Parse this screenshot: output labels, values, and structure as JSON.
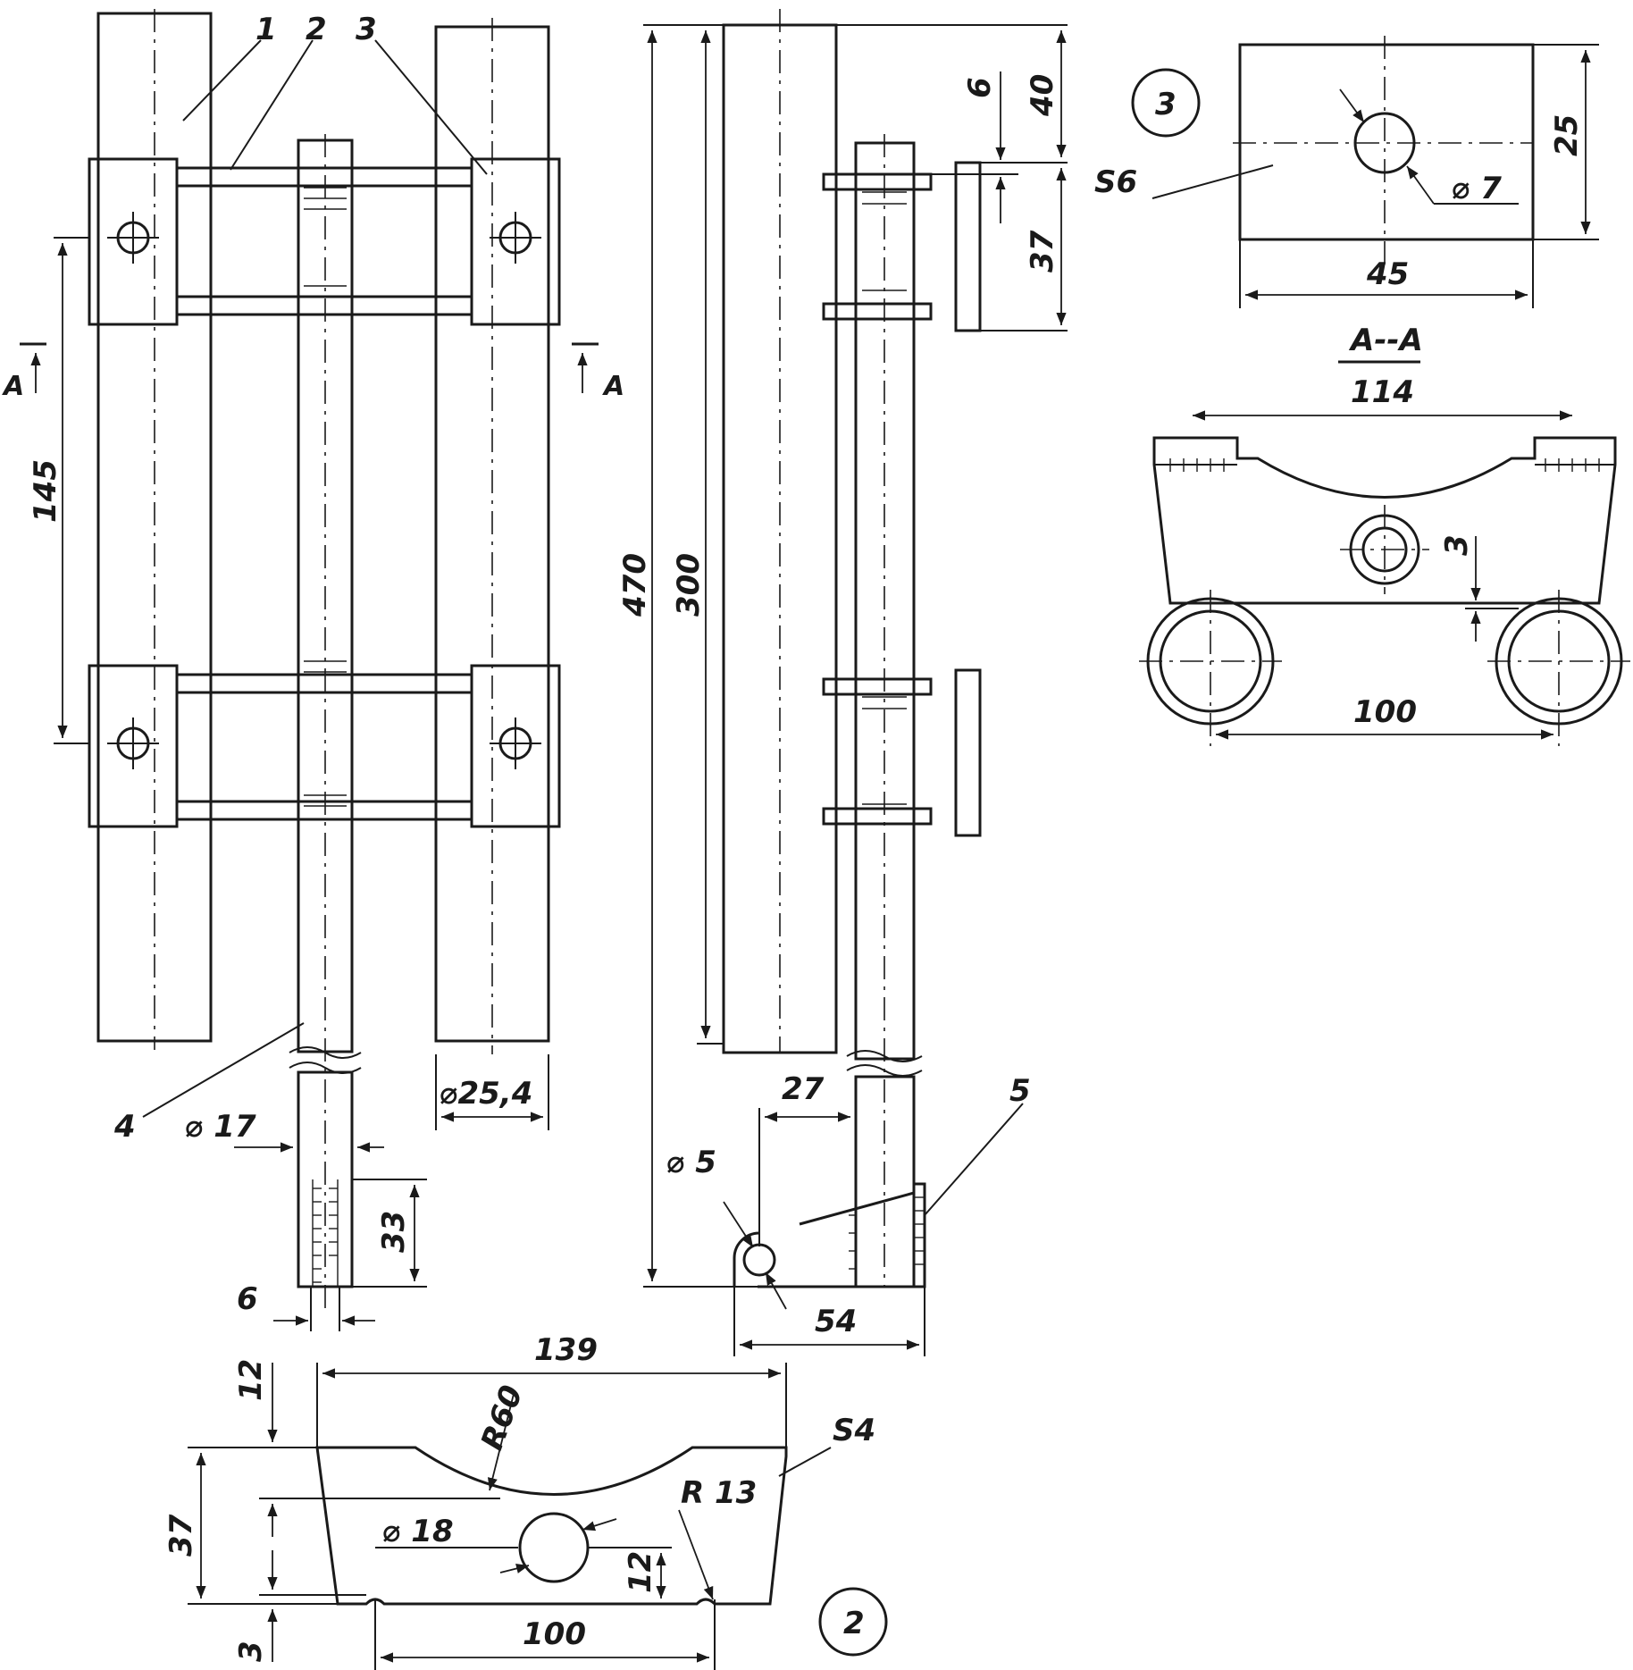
{
  "parts": {
    "p1": "1",
    "p2": "2",
    "p3": "3",
    "p4": "4",
    "p5": "5"
  },
  "section": {
    "mark_left": "A",
    "mark_right": "A",
    "title": "A--A"
  },
  "callouts": {
    "detail_2": "2",
    "detail_3": "3"
  },
  "front_view": {
    "dim_145": "145",
    "dim_d254": "⌀25,4",
    "dim_d17": "⌀ 17",
    "dim_33": "33",
    "dim_6": "6"
  },
  "side_view": {
    "dim_470": "470",
    "dim_300": "300",
    "dim_6": "6",
    "dim_40": "40",
    "dim_37": "37",
    "dim_27": "27",
    "dim_d5": "⌀ 5",
    "dim_54": "54"
  },
  "detail3": {
    "thickness": "S6",
    "dim_d7": "⌀ 7",
    "dim_25": "25",
    "dim_45": "45"
  },
  "section_aa": {
    "dim_114": "114",
    "dim_3": "3",
    "dim_100": "100"
  },
  "detail2": {
    "dim_139": "139",
    "dim_r60": "R60",
    "thickness": "S4",
    "dim_r13": "R 13",
    "dim_d18": "⌀ 18",
    "dim_12_top": "12",
    "dim_37": "37",
    "dim_12_hole": "12",
    "dim_3": "3",
    "dim_100": "100"
  }
}
